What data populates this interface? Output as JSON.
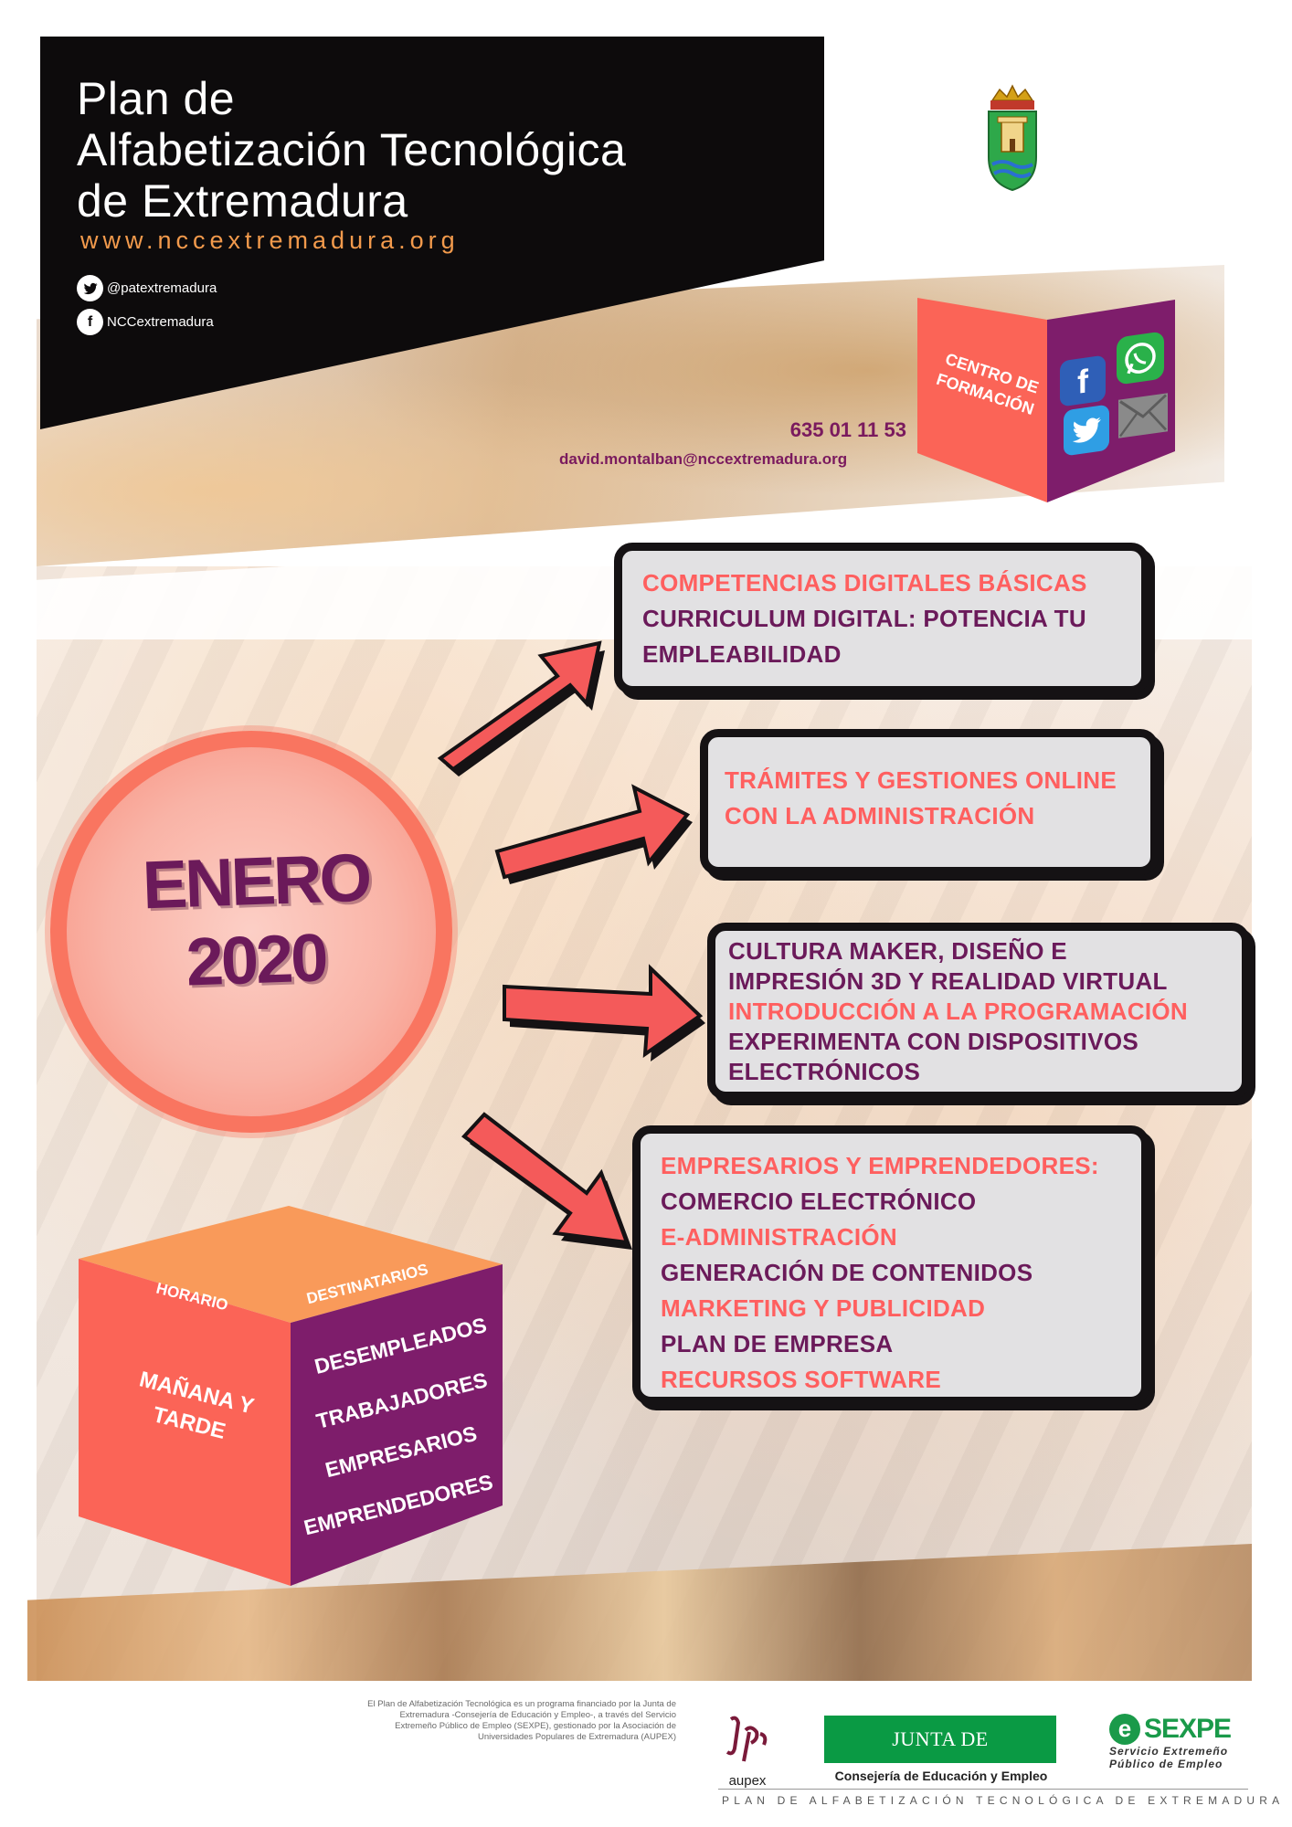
{
  "header": {
    "title_line1": "Plan de",
    "title_line2": "Alfabetización Tecnológica",
    "title_line3": "de Extremadura",
    "website": "www.nccextremadura.org",
    "twitter_handle": "@patextremadura",
    "facebook_handle": "NCCextremadura"
  },
  "contact": {
    "phone": "635 01 11 53",
    "email": "david.montalban@nccextremadura.org"
  },
  "centro_cube": {
    "label_line1": "CENTRO DE",
    "label_line2": "FORMACIÓN",
    "icons": [
      "facebook-icon",
      "whatsapp-icon",
      "twitter-icon",
      "mail-icon"
    ]
  },
  "date_circle": {
    "month": "ENERO",
    "year": "2020"
  },
  "courses": {
    "box1": [
      {
        "text": "COMPETENCIAS DIGITALES BÁSICAS",
        "color": "#ff5f5f"
      },
      {
        "text": "CURRICULUM DIGITAL: POTENCIA TU",
        "color": "#6b1a5a"
      },
      {
        "text": "EMPLEABILIDAD",
        "color": "#6b1a5a"
      }
    ],
    "box2": [
      {
        "text": "TRÁMITES Y GESTIONES ONLINE",
        "color": "#ff5f5f"
      },
      {
        "text": "CON LA ADMINISTRACIÓN",
        "color": "#ff5f5f"
      }
    ],
    "box3": [
      {
        "text": "CULTURA MAKER, DISEÑO E",
        "color": "#6b1a5a"
      },
      {
        "text": "IMPRESIÓN 3D Y REALIDAD VIRTUAL",
        "color": "#6b1a5a"
      },
      {
        "text": "INTRODUCCIÓN A LA PROGRAMACIÓN",
        "color": "#ff5f5f"
      },
      {
        "text": "EXPERIMENTA CON DISPOSITIVOS",
        "color": "#6b1a5a"
      },
      {
        "text": "ELECTRÓNICOS",
        "color": "#6b1a5a"
      }
    ],
    "box4": [
      {
        "text": "EMPRESARIOS Y EMPRENDEDORES:",
        "color": "#ff5f5f"
      },
      {
        "text": "COMERCIO ELECTRÓNICO",
        "color": "#6b1a5a"
      },
      {
        "text": "E-ADMINISTRACIÓN",
        "color": "#ff5f5f"
      },
      {
        "text": "GENERACIÓN DE CONTENIDOS",
        "color": "#6b1a5a"
      },
      {
        "text": "MARKETING Y PUBLICIDAD",
        "color": "#ff5f5f"
      },
      {
        "text": "PLAN DE EMPRESA",
        "color": "#6b1a5a"
      },
      {
        "text": "RECURSOS SOFTWARE",
        "color": "#ff5f5f"
      }
    ]
  },
  "info_cube": {
    "horario_label": "HORARIO",
    "destinatarios_label": "DESTINATARIOS",
    "horario_value_line1": "MAÑANA Y",
    "horario_value_line2": "TARDE",
    "destinatarios": [
      "DESEMPLEADOS",
      "TRABAJADORES",
      "EMPRESARIOS",
      "EMPRENDEDORES"
    ]
  },
  "footer": {
    "fine_print": "El Plan de Alfabetización Tecnológica es un programa financiado por la Junta de Extremadura -Consejería de Educación y Empleo-, a través del Servicio Extremeño Público de Empleo (SEXPE), gestionado por la Asociación de Universidades Populares de Extremadura (AUPEX)",
    "aupex_label": "aupex",
    "junta_label": "JUNTA DE EXTREMADURA",
    "consejeria_label": "Consejería de Educación y Empleo",
    "sexpe_label": "SEXPE",
    "sexpe_sub1": "Servicio Extremeño",
    "sexpe_sub2": "Público de Empleo",
    "tagline": "PLAN DE ALFABETIZACIÓN TECNOLÓGICA DE EXTREMADURA"
  },
  "colors": {
    "coral": "#ff5f5f",
    "purple": "#6b1a5a",
    "orange": "#f99a5a",
    "cube_red": "#fb6457",
    "cube_purple": "#7e1d6b",
    "junta_green": "#0a9a44",
    "sexpe_green": "#1a9a4a"
  }
}
